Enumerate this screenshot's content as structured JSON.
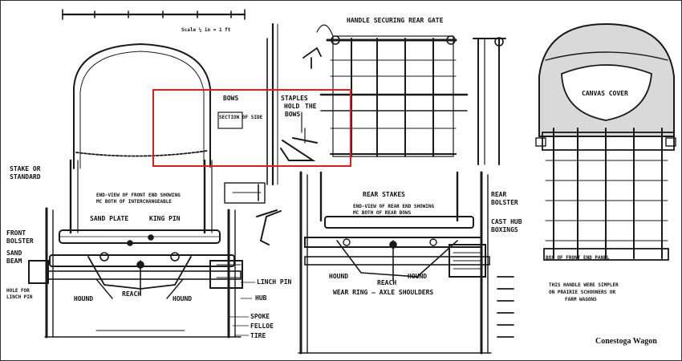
{
  "labels": {
    "bows": "BOWS",
    "staples": "STAPLES",
    "hold": "HOLD",
    "the": "THE",
    "bows2": "BOWS",
    "handle": "HANDLE SECURING REAR GATE",
    "canvas": "CANVAS COVER",
    "stake": "STAKE OR",
    "standard": "STANDARD",
    "sand_plate": "SAND PLATE",
    "king_pin": "KING PIN",
    "front": "FRONT",
    "bolster": "BOLSTER",
    "sand": "SAND",
    "beam": "BEAM",
    "hole_for": "HOLE FOR",
    "linch_pin_hole": "LINCH PIN",
    "hound_left": "HOUND",
    "reach_left": "REACH",
    "hound_right": "HOUND",
    "linch_pin": "LINCH PIN",
    "hub": "HUB",
    "spoke": "SPOKE",
    "felloe": "FELLOE",
    "tire": "TIRE",
    "rear_stakes": "REAR STAKES",
    "rear": "REAR",
    "bolster2": "BOLSTER",
    "cast_hub": "CAST HUB",
    "boxings": "BOXINGS",
    "hound2": "HOUND",
    "reach2": "REACH",
    "hound3": "HOUND",
    "wear_ring": "WEAR RING – AXLE SHOULDERS",
    "this_handle": "THIS HANDLE WERE SIMPLER",
    "on_prairie": "ON PRAIRIE SCHOONERS OR",
    "farm": "FARM WAGONS",
    "end_view_front": "END-VIEW OF FRONT END SHOWING",
    "end_view_front2": "MC BOTH OF INTERCHANGEABLE",
    "end_view_rear": "END-VIEW OF REAR END SHOWING",
    "end_view_rear2": "MC BOTH OF REAR BOWS",
    "box_front": "BOX OF FRONT END PANEL",
    "scale_text": "Scale ¼ in = 1 ft",
    "side_note": "SECTION OF SIDE",
    "caption": "Conestoga Wagon"
  },
  "colors": {
    "ink": "#1a1a1a",
    "highlight": "#e01c1c",
    "canvas_shade": "#d9d9d9"
  }
}
